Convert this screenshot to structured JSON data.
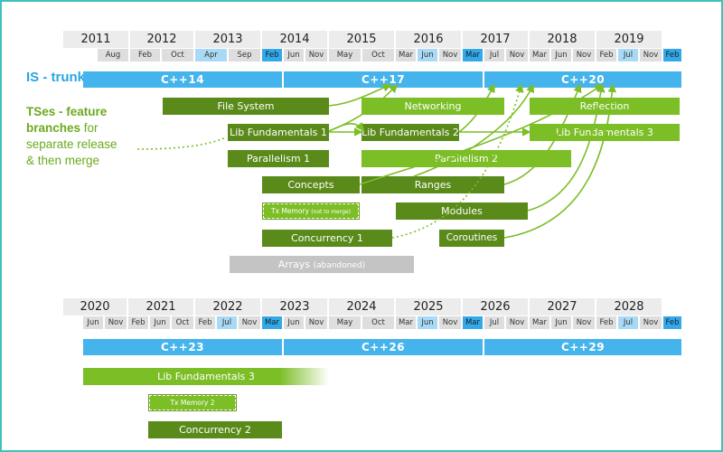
{
  "timeline1": {
    "years": [
      "2011",
      "2012",
      "2013",
      "2014",
      "2015",
      "2016",
      "2017",
      "2018",
      "2019"
    ],
    "months": [
      "Aug",
      "Feb",
      "Oct",
      "Apr",
      "Sep",
      "Feb",
      "Jun",
      "Nov",
      "May",
      "Oct",
      "Mar",
      "Jun",
      "Nov",
      "Mar",
      "Jul",
      "Nov",
      "Mar",
      "Jun",
      "Nov",
      "Feb",
      "Jul",
      "Nov",
      "Feb"
    ],
    "trunk_label": "IS - trunk",
    "trunk": [
      "C++14",
      "C++17",
      "C++20"
    ],
    "tses_bold": "TSes - feature branches",
    "tses_rest": "for separate release & then merge",
    "tses_line1": "TSes - feature",
    "tses_line2a": "branches",
    "tses_line2b": " for",
    "tses_line3": "separate release",
    "tses_line4": "& then merge",
    "features": {
      "file_system": "File System",
      "networking": "Networking",
      "reflection": "Reflection",
      "lib_fund_1": "Lib Fundamentals 1",
      "lib_fund_2": "Lib Fundamentals 2",
      "lib_fund_3": "Lib Fundamentals 3",
      "parallelism_1": "Parallelism 1",
      "parallelism_2": "Parallelism 2",
      "concepts": "Concepts",
      "ranges": "Ranges",
      "tx_memory": "Tx Memory",
      "tx_memory_note": "(not to merge)",
      "modules": "Modules",
      "concurrency_1": "Concurrency 1",
      "coroutines": "Coroutines",
      "arrays": "Arrays",
      "arrays_note": "(abandoned)"
    }
  },
  "timeline2": {
    "years": [
      "2020",
      "2021",
      "2022",
      "2023",
      "2024",
      "2025",
      "2026",
      "2027",
      "2028"
    ],
    "months": [
      "Jun",
      "Nov",
      "Feb",
      "Jun",
      "Oct",
      "Feb",
      "Jul",
      "Nov",
      "Mar",
      "Jun",
      "Nov",
      "May",
      "Oct",
      "Mar",
      "Jun",
      "Nov",
      "Mar",
      "Jul",
      "Nov",
      "Mar",
      "Jun",
      "Nov",
      "Feb",
      "Jul",
      "Nov",
      "Feb"
    ],
    "trunk": [
      "C++23",
      "C++26",
      "C++29"
    ],
    "features": {
      "lib_fund_3": "Lib Fundamentals 3",
      "tx_memory_2": "Tx Memory 2",
      "concurrency_2": "Concurrency 2"
    }
  },
  "colors": {
    "frame": "#3fc1bb",
    "trunk": "#45b4ec",
    "dark_green": "#5a8a1a",
    "light_green": "#7cbe26",
    "month_dark_blue": "#35a9e8",
    "month_light_blue": "#a9daf5",
    "abandoned": "#c4c4c4"
  }
}
